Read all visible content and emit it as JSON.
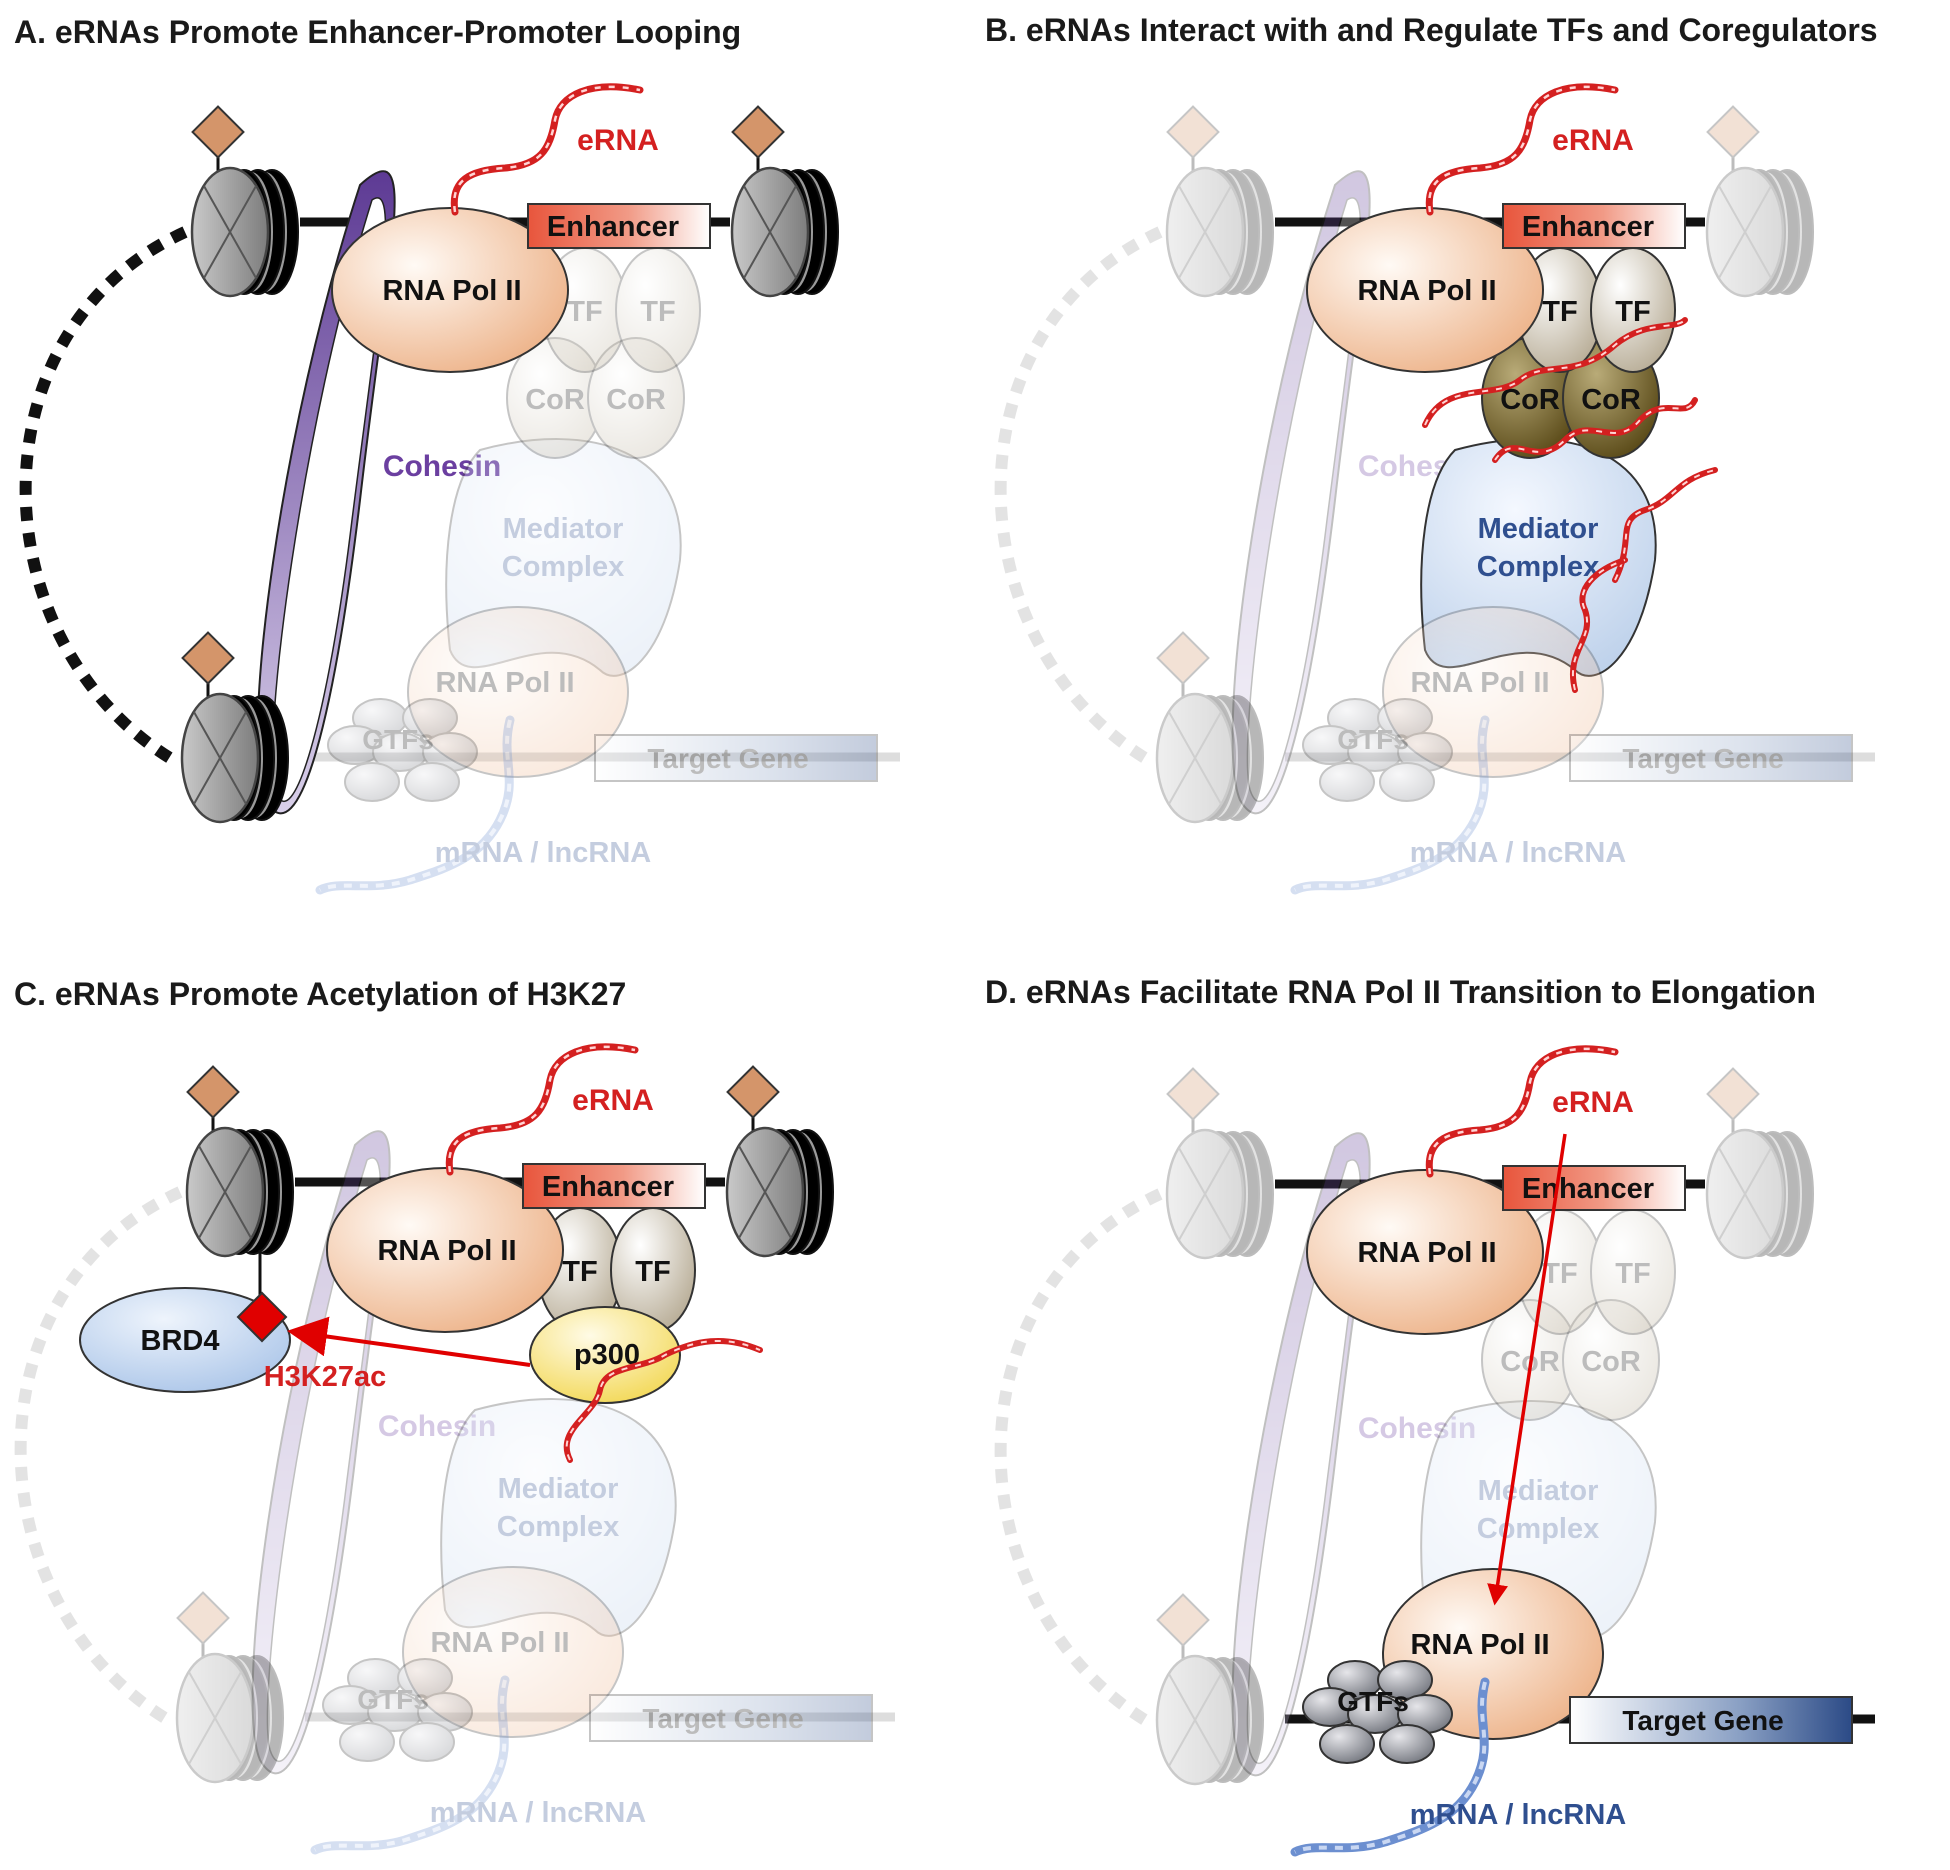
{
  "panels": {
    "a": {
      "title": "A. eRNAs Promote Enhancer-Promoter Looping",
      "labels": {
        "erna": "eRNA",
        "enhancer": "Enhancer",
        "pol_top": "RNA Pol II",
        "tf1": "TF",
        "tf2": "TF",
        "cor1": "CoR",
        "cor2": "CoR",
        "cohesin": "Cohesin",
        "mediator1": "Mediator",
        "mediator2": "Complex",
        "pol_bottom": "RNA Pol II",
        "gtfs": "GTFs",
        "target": "Target Gene",
        "mrna": "mRNA / lncRNA"
      }
    },
    "b": {
      "title": "B. eRNAs Interact with and Regulate TFs and Coregulators",
      "labels": {
        "erna": "eRNA",
        "enhancer": "Enhancer",
        "pol_top": "RNA Pol II",
        "tf1": "TF",
        "tf2": "TF",
        "cor1": "CoR",
        "cor2": "CoR",
        "cohesin": "Cohesin",
        "mediator1": "Mediator",
        "mediator2": "Complex",
        "pol_bottom": "RNA Pol II",
        "gtfs": "GTFs",
        "target": "Target Gene",
        "mrna": "mRNA / lncRNA"
      }
    },
    "c": {
      "title": "C. eRNAs Promote Acetylation of H3K27",
      "labels": {
        "erna": "eRNA",
        "enhancer": "Enhancer",
        "pol_top": "RNA Pol II",
        "tf1": "TF",
        "tf2": "TF",
        "p300": "p300",
        "brd4": "BRD4",
        "h3k27ac": "H3K27ac",
        "cohesin": "Cohesin",
        "mediator1": "Mediator",
        "mediator2": "Complex",
        "pol_bottom": "RNA Pol II",
        "gtfs": "GTFs",
        "target": "Target Gene",
        "mrna": "mRNA / lncRNA"
      }
    },
    "d": {
      "title": "D. eRNAs Facilitate RNA Pol II Transition to Elongation",
      "labels": {
        "erna": "eRNA",
        "enhancer": "Enhancer",
        "pol_top": "RNA Pol II",
        "tf1": "TF",
        "tf2": "TF",
        "cor1": "CoR",
        "cor2": "CoR",
        "cohesin": "Cohesin",
        "mediator1": "Mediator",
        "mediator2": "Complex",
        "pol_bottom": "RNA Pol II",
        "gtfs": "GTFs",
        "target": "Target Gene",
        "mrna": "mRNA / lncRNA"
      }
    }
  },
  "colors": {
    "erna_red": "#d42020",
    "cohesin_purple": "#6b3fa0",
    "mediator_blue": "#2f4f8f",
    "modification_tan": "#d4956a",
    "h3k27ac_red": "#e00000",
    "p300_yellow": "#f6e27a",
    "brd4_blue": "#bcd3ee",
    "cor_olive": "#7a6a30",
    "pol_peach": "#f2c4a0"
  }
}
